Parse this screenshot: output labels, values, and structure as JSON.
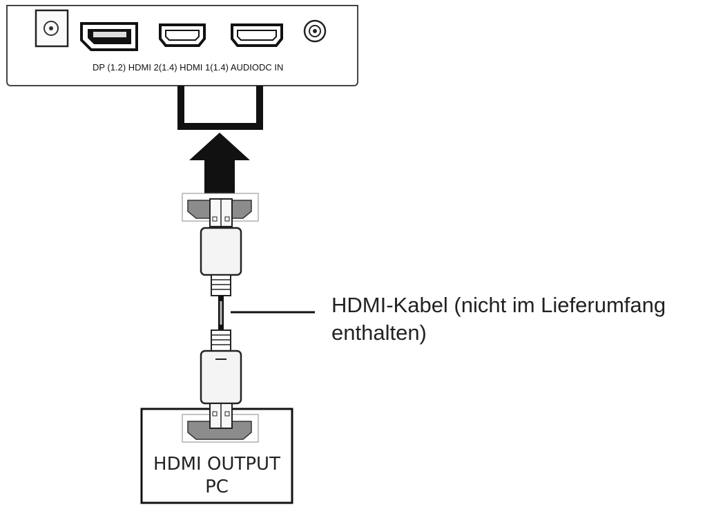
{
  "monitor_panel": {
    "ports_label": "DP (1.2) HDMI 2(1.4) HDMI 1(1.4) AUDIODC IN",
    "ports": [
      {
        "name": "DC IN",
        "icon": "dc-in-port-icon"
      },
      {
        "name": "DP (1.2)",
        "icon": "displayport-icon"
      },
      {
        "name": "HDMI 2(1.4)",
        "icon": "hdmi-port-icon"
      },
      {
        "name": "HDMI 1(1.4)",
        "icon": "hdmi-port-icon"
      },
      {
        "name": "AUDIO",
        "icon": "audio-jack-icon"
      }
    ]
  },
  "cable_callout": {
    "line1": "HDMI-Kabel (nicht im Lieferumfang",
    "line2": "enthalten)"
  },
  "pc_box": {
    "line1": "HDMI OUTPUT",
    "line2": "PC"
  },
  "colors": {
    "line": "#1a1a1a",
    "connector_fill": "#8c8c8c",
    "connector_body": "#f4f4f4",
    "panel_fill": "#ffffff"
  }
}
